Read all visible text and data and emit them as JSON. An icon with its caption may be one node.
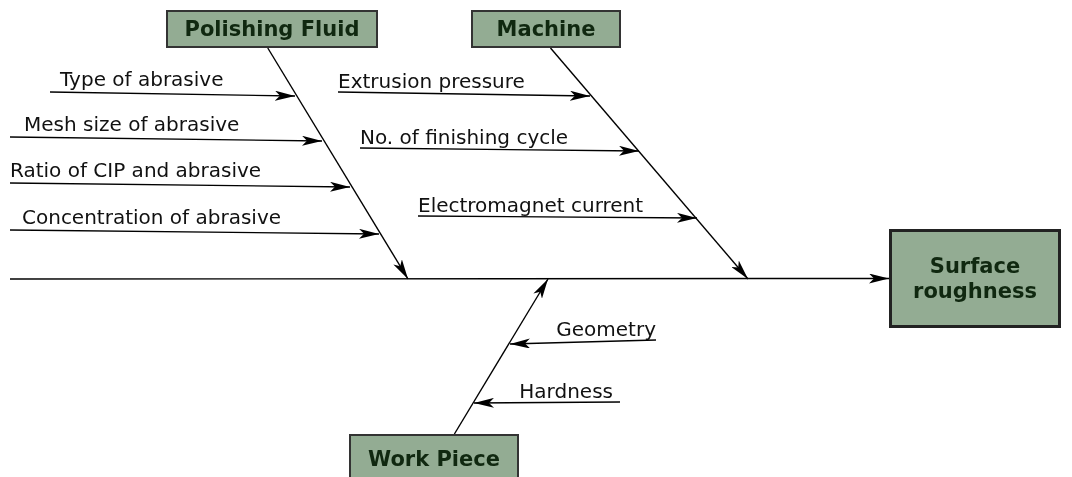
{
  "diagram": {
    "nodes": [
      {
        "text": [
          "Polishing Fluid"
        ]
      },
      {
        "text": [
          "Machine"
        ]
      },
      {
        "text": [
          "Surface roughness"
        ]
      },
      {
        "text": [
          "Work Piece"
        ]
      },
      {
        "text": [
          "Type of abrasive"
        ]
      },
      {
        "text": [
          "Mesh size of abrasive"
        ]
      },
      {
        "text": [
          "Ratio of CIP and abrasive"
        ]
      },
      {
        "text": [
          "Concentration of abrasive"
        ]
      },
      {
        "text": [
          "Extrusion pressure"
        ]
      },
      {
        "text": [
          "No. of finishing cycle"
        ]
      },
      {
        "text": [
          "Electromagnet current"
        ]
      },
      {
        "text": [
          "Geometry"
        ]
      },
      {
        "text": [
          "Hardness"
        ]
      }
    ],
    "edges": [
      {
        "from": null,
        "to": 2,
        "arrow": "to"
      },
      {
        "from": 0,
        "to": null,
        "arrow": "to"
      },
      {
        "from": 1,
        "to": null,
        "arrow": "to"
      },
      {
        "from": 3,
        "to": null,
        "arrow": "to"
      },
      {
        "from": 4,
        "to": null,
        "arrow": "to"
      },
      {
        "from": 5,
        "to": null,
        "arrow": "to"
      },
      {
        "from": 6,
        "to": null,
        "arrow": "to"
      },
      {
        "from": 7,
        "to": null,
        "arrow": "to"
      },
      {
        "from": 8,
        "to": null,
        "arrow": "to"
      },
      {
        "from": 9,
        "to": null,
        "arrow": "to"
      },
      {
        "from": 10,
        "to": null,
        "arrow": "to"
      },
      {
        "from": 11,
        "to": null,
        "arrow": "to"
      },
      {
        "from": 12,
        "to": null,
        "arrow": "to"
      }
    ]
  }
}
